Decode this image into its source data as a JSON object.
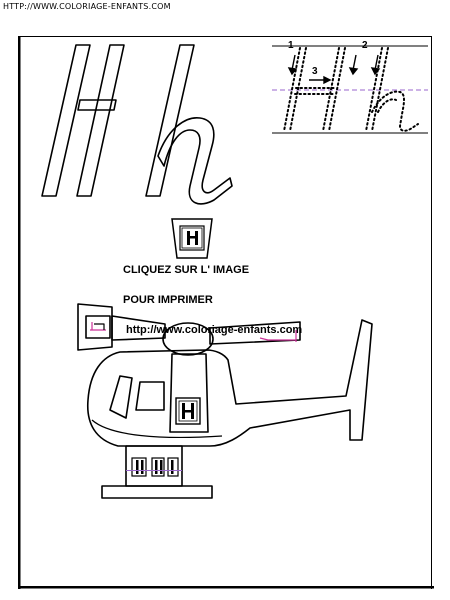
{
  "header": {
    "source_url": "HTTP://WWW.COLORIAGE-ENFANTS.COM"
  },
  "letters": {
    "upper": "H",
    "lower": "h"
  },
  "tracing": {
    "step1": "1",
    "step2": "2",
    "step3": "3"
  },
  "icon_letter": "H",
  "caption": {
    "click_line": "CLIQUEZ SUR L' IMAGE",
    "print_line": "POUR IMPRIMER",
    "site_url": "http://www.coloriage-enfants.com"
  },
  "colors": {
    "ink": "#000000",
    "accent_pink": "#cc3399",
    "accent_purple": "#9966cc"
  }
}
